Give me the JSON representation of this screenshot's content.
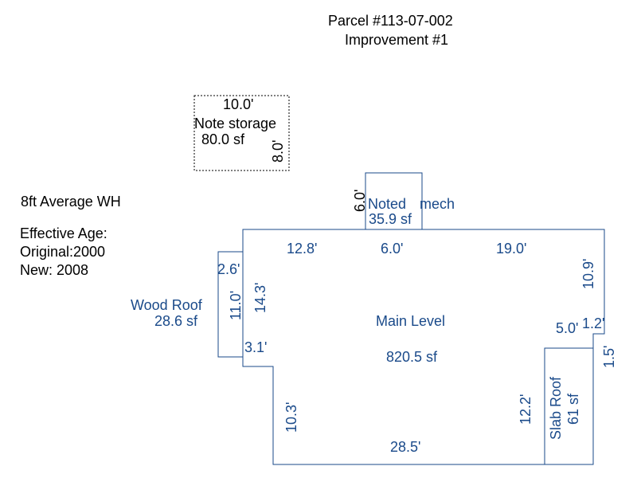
{
  "header": {
    "parcel": "Parcel #113-07-002",
    "improvement": "Improvement #1"
  },
  "notes": {
    "wall_height": "8ft Average WH",
    "effective_age": "Effective Age:",
    "original": "Original:2000",
    "new": "New: 2008"
  },
  "storage": {
    "name": "Note storage",
    "area": "80.0 sf",
    "width": "10.0'",
    "depth": "8.0'"
  },
  "mech": {
    "name_1": "Noted",
    "name_2": "mech",
    "area": "35.9 sf",
    "depth": "6.0'",
    "width": "6.0'"
  },
  "main": {
    "name": "Main Level",
    "area": "820.5 sf",
    "dims": {
      "top_left": "12.8'",
      "top_right": "19.0'",
      "right_upper": "10.9'",
      "left_upper": "14.3'",
      "left_step": "3.1'",
      "left_lower": "10.3'",
      "bottom": "28.5'"
    }
  },
  "wood_roof": {
    "name": "Wood Roof",
    "area": "28.6 sf",
    "width": "2.6'",
    "height": "11.0'"
  },
  "slab_roof": {
    "name": "Slab Roof",
    "area": "61 sf",
    "width": "5.0'",
    "height": "12.2'",
    "notch_width": "1.2'",
    "notch_height": "1.5'"
  },
  "colors": {
    "outline": "#1a4a8a",
    "text": "#000000"
  }
}
